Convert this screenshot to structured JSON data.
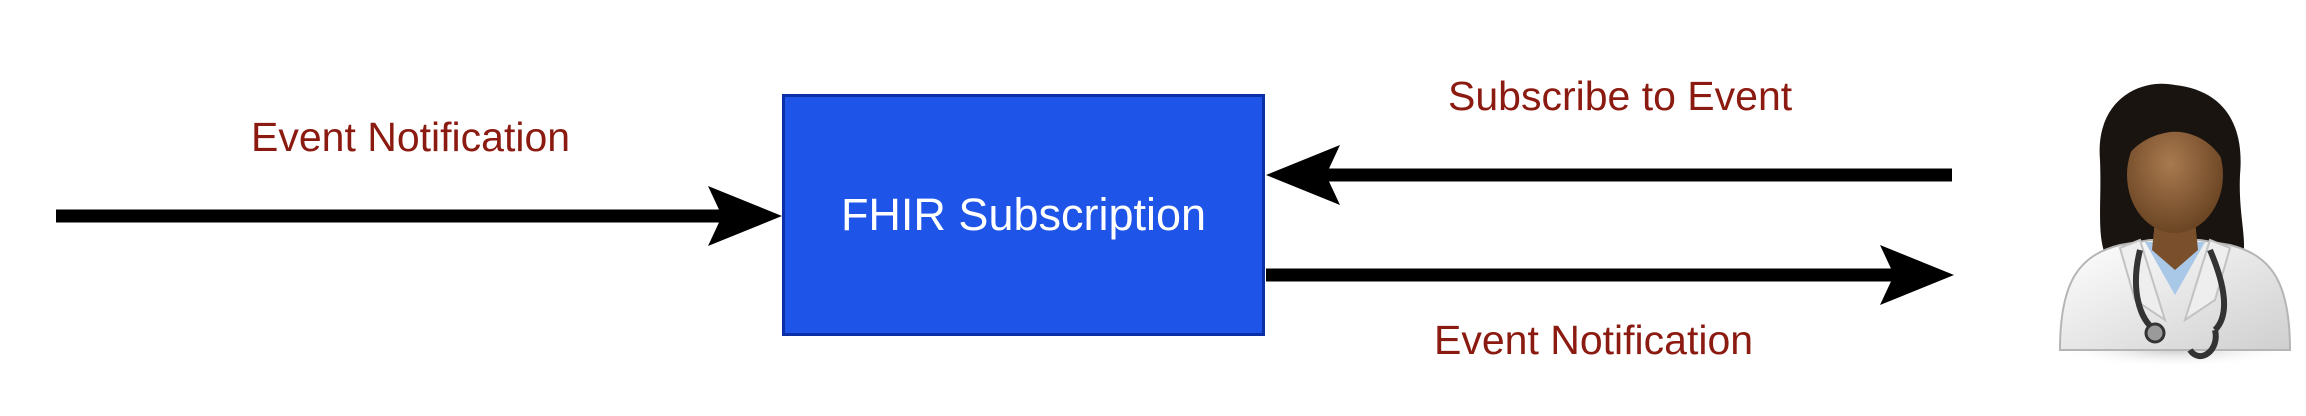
{
  "diagram": {
    "incoming_label": "Event Notification",
    "box_label": "FHIR Subscription",
    "subscribe_label": "Subscribe to Event",
    "outgoing_label": "Event Notification",
    "actor_icon": "doctor-avatar-icon"
  },
  "colors": {
    "label_text": "#8b1a10",
    "box_fill": "#1e55e8",
    "box_border": "#0a2fa6",
    "box_text": "#ffffff",
    "arrow": "#000000"
  }
}
